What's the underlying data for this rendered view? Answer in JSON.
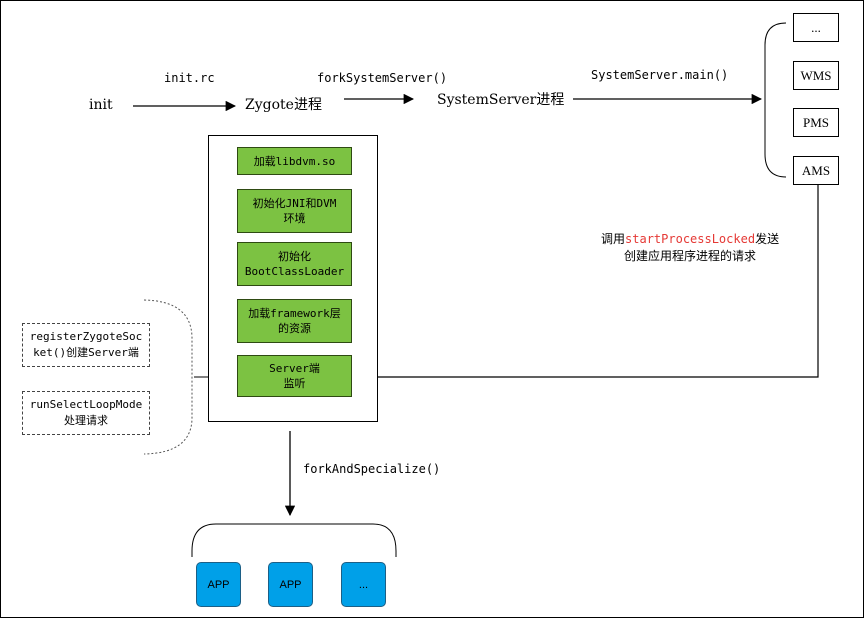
{
  "labels": {
    "init": "init",
    "init_rc": "init.rc",
    "zygote": "Zygote进程",
    "fork_system_server": "forkSystemServer()",
    "system_server": "SystemServer进程",
    "system_server_main": "SystemServer.main()",
    "fork_and_specialize": "forkAndSpecialize()"
  },
  "services": [
    "...",
    "WMS",
    "PMS",
    "AMS"
  ],
  "zygote_steps": [
    "加载libdvm.so",
    "初始化JNI和DVM\n环境",
    "初始化\nBootClassLoader",
    "加载framework层\n的资源",
    "Server端\n监听"
  ],
  "socket_notes": [
    "registerZygoteSoc\nket()创建Server端",
    "runSelectLoopMode\n处理请求"
  ],
  "ams_request": {
    "prefix": "调用",
    "method": "startProcessLocked",
    "suffix": "发送",
    "line2": "创建应用程序进程的请求"
  },
  "apps": [
    "APP",
    "APP",
    "..."
  ],
  "colors": {
    "step_fill": "#7cc242",
    "app_fill": "#00a0e8",
    "method_highlight": "#e53935"
  }
}
